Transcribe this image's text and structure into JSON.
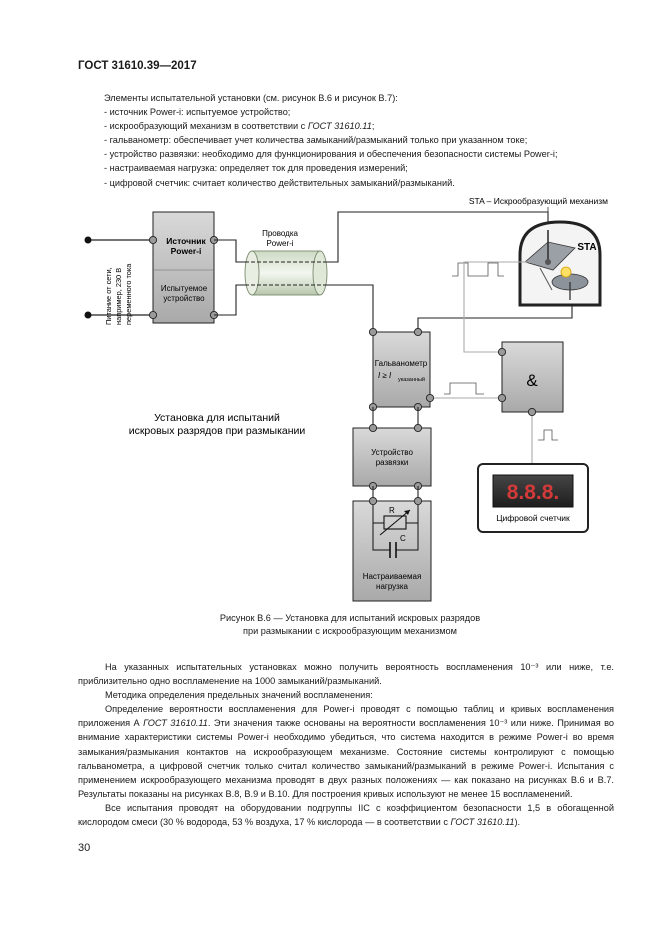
{
  "header": {
    "standard": "ГОСТ 31610.39—2017"
  },
  "intro": {
    "lead": "Элементы испытательной установки (см. рисунок В.6 и рисунок В.7):",
    "items": [
      "- источник Power-i: испытуемое устройство;",
      "- искрообразующий механизм в соответствии с ",
      "- гальванометр: обеспечивает учет количества замыканий/размыканий только при указанном токе;",
      "- устройство развязки: необходимо для функционирования и обеспечения безопасности системы Power-i;",
      "- настраиваемая нагрузка: определяет ток для проведения измерений;",
      "- цифровой счетчик: считает количество действительных замыканий/размыканий."
    ],
    "item2_ref": "ГОСТ 31610.11",
    "item2_end": ";"
  },
  "figure": {
    "sta_caption": "STA – Искрообразующий механизм",
    "sta_label": "STA",
    "supply_label_1": "Питание от сети,",
    "supply_label_2": "например, 230 В",
    "supply_label_3": "переменного тока",
    "source_title_1": "Источник",
    "source_title_2": "Power-i",
    "source_sub_1": "Испытуемое",
    "source_sub_2": "устройство",
    "wire_label_1": "Проводка",
    "wire_label_2": "Power-i",
    "galvanometer_1": "Гальванометр",
    "galvanometer_cond": "I ≥ I",
    "galvanometer_sub": "указанный",
    "and_gate": "&",
    "decoupler_1": "Устройство",
    "decoupler_2": "развязки",
    "load_r": "R",
    "load_c": "C",
    "load_1": "Настраиваемая",
    "load_2": "нагрузка",
    "counter_display": "8.8.8.",
    "counter_label": "Цифровой счетчик",
    "setup_title_1": "Установка для испытаний",
    "setup_title_2": "искровых разрядов при размыкании",
    "caption_1": "Рисунок В.6 — Установка для испытаний искровых разрядов",
    "caption_2": "при размыкании с искрообразующим механизмом"
  },
  "body": {
    "p1": "На указанных испытательных установках можно получить вероятность воспламенения 10⁻³ или ниже, т.е. приблизительно одно воспламенение на 1000 замыканий/размыканий.",
    "p2": "Методика определения предельных значений воспламенения:",
    "p3a": "Определение вероятности воспламенения для Power-i проводят с помощью таблиц и кривых воспламенения приложения А ",
    "p3ref": "ГОСТ 31610.11",
    "p3b": ". Эти значения также основаны на вероятности воспламенения 10⁻³ или ниже. Принимая во внимание характеристики системы Power-i необходимо убедиться, что система находится в режиме Power-i во время замыкания/размыкания контактов на искрообразующем механизме. Состояние системы контролируют с помощью гальванометра, а цифровой счетчик только считал количество замыканий/размыканий в режиме Power-i. Испытания с применением искрообразующего механизма проводят в двух разных положениях — как показано на рисунках В.6 и В.7. Результаты показаны на рисунках В.8, В.9 и В.10. Для построения кривых используют не менее 15 воспламенений.",
    "p4a": "Все испытания проводят на оборудовании подгруппы IIC с коэффициентом безопасности 1,5 в обогащенной кислородом смеси (30 % водорода, 53 % воздуха, 17 % кислорода — в соответствии с ",
    "p4ref": "ГОСТ 31610.11",
    "p4b": ")."
  },
  "page_number": "30"
}
